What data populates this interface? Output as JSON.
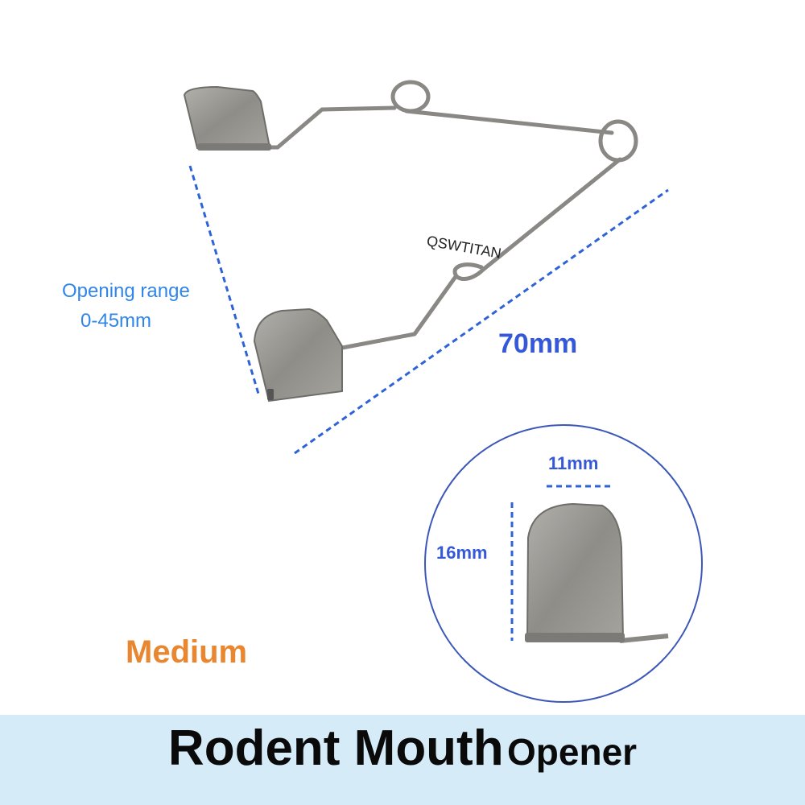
{
  "product": {
    "brand": "QSWTITAN",
    "size": "Medium",
    "title_main": "Rodent Mouth",
    "title_sub": "Opener"
  },
  "dimensions": {
    "opening_label": "Opening range",
    "opening_value": "0-45mm",
    "length": "70mm",
    "blade_width": "11mm",
    "blade_height": "16mm"
  },
  "colors": {
    "annotation_blue": "#2f86e8",
    "dimension_blue": "#3558d8",
    "size_orange": "#e8872f",
    "banner_bg": "#d6ebf8",
    "metal": "#9a9893"
  }
}
